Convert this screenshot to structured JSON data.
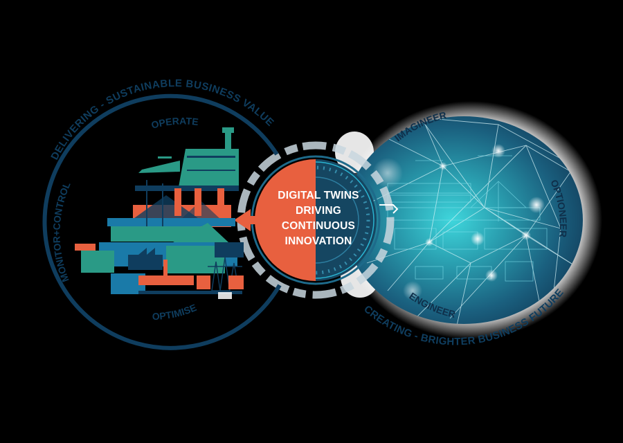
{
  "left_cycle": {
    "arc_label": "DELIVERING - SUSTAINABLE BUSINESS VALUE",
    "stages": [
      {
        "label": "OPERATE"
      },
      {
        "label": "MONITOR+CONTROL"
      },
      {
        "label": "OPTIMISE"
      }
    ],
    "illustration": "industrial-cityscape"
  },
  "center": {
    "lines": [
      "DIGITAL TWINS",
      "DRIVING",
      "CONTINUOUS",
      "INNOVATION"
    ]
  },
  "right_cycle": {
    "arc_label": "CREATING - BRIGHTER BUSINESS FUTURES",
    "stages": [
      {
        "label": "IMAGINEER"
      },
      {
        "label": "OPTIONEER"
      },
      {
        "label": "ENGINEER"
      }
    ],
    "illustration": "digital-wireframe-globe"
  },
  "colors": {
    "background": "#000000",
    "navy": "#0f3d5e",
    "orange": "#e8603f",
    "teal": "#2a9a86",
    "blue": "#1a7aa8",
    "cyan": "#3fd0d8",
    "white": "#ffffff"
  }
}
